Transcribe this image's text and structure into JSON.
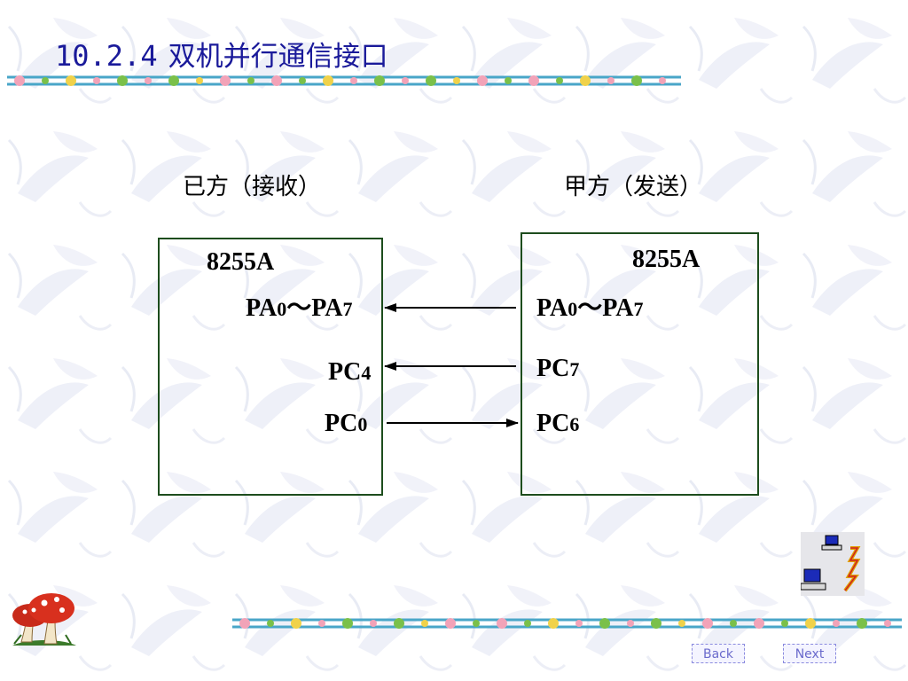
{
  "slide": {
    "title_number": "10.2.4",
    "title_text": "双机并行通信接口"
  },
  "receiver": {
    "label": "已方（接收）",
    "chip": "8255A",
    "pa_main": "PA",
    "pa_sub_start": "0",
    "pa_sep": "～PA",
    "pa_sub_end": "7",
    "pc4_main": "PC",
    "pc4_sub": "4",
    "pc0_main": "PC",
    "pc0_sub": "0"
  },
  "sender": {
    "label": "甲方（发送）",
    "chip": "8255A",
    "pa_main": "PA",
    "pa_sub_start": "0",
    "pa_sep": "～PA",
    "pa_sub_end": "7",
    "pc7_main": "PC",
    "pc7_sub": "7",
    "pc6_main": "PC",
    "pc6_sub": "6"
  },
  "nav": {
    "back_label": "Back",
    "next_label": "Next"
  },
  "icons": {
    "mushroom": "mushroom-icon",
    "network": "network-computers-icon",
    "garland": "flower-garland-divider"
  },
  "colors": {
    "title": "#1a1a9a",
    "box_border": "#1d4d1d",
    "garland_line": "#49a6c8"
  }
}
